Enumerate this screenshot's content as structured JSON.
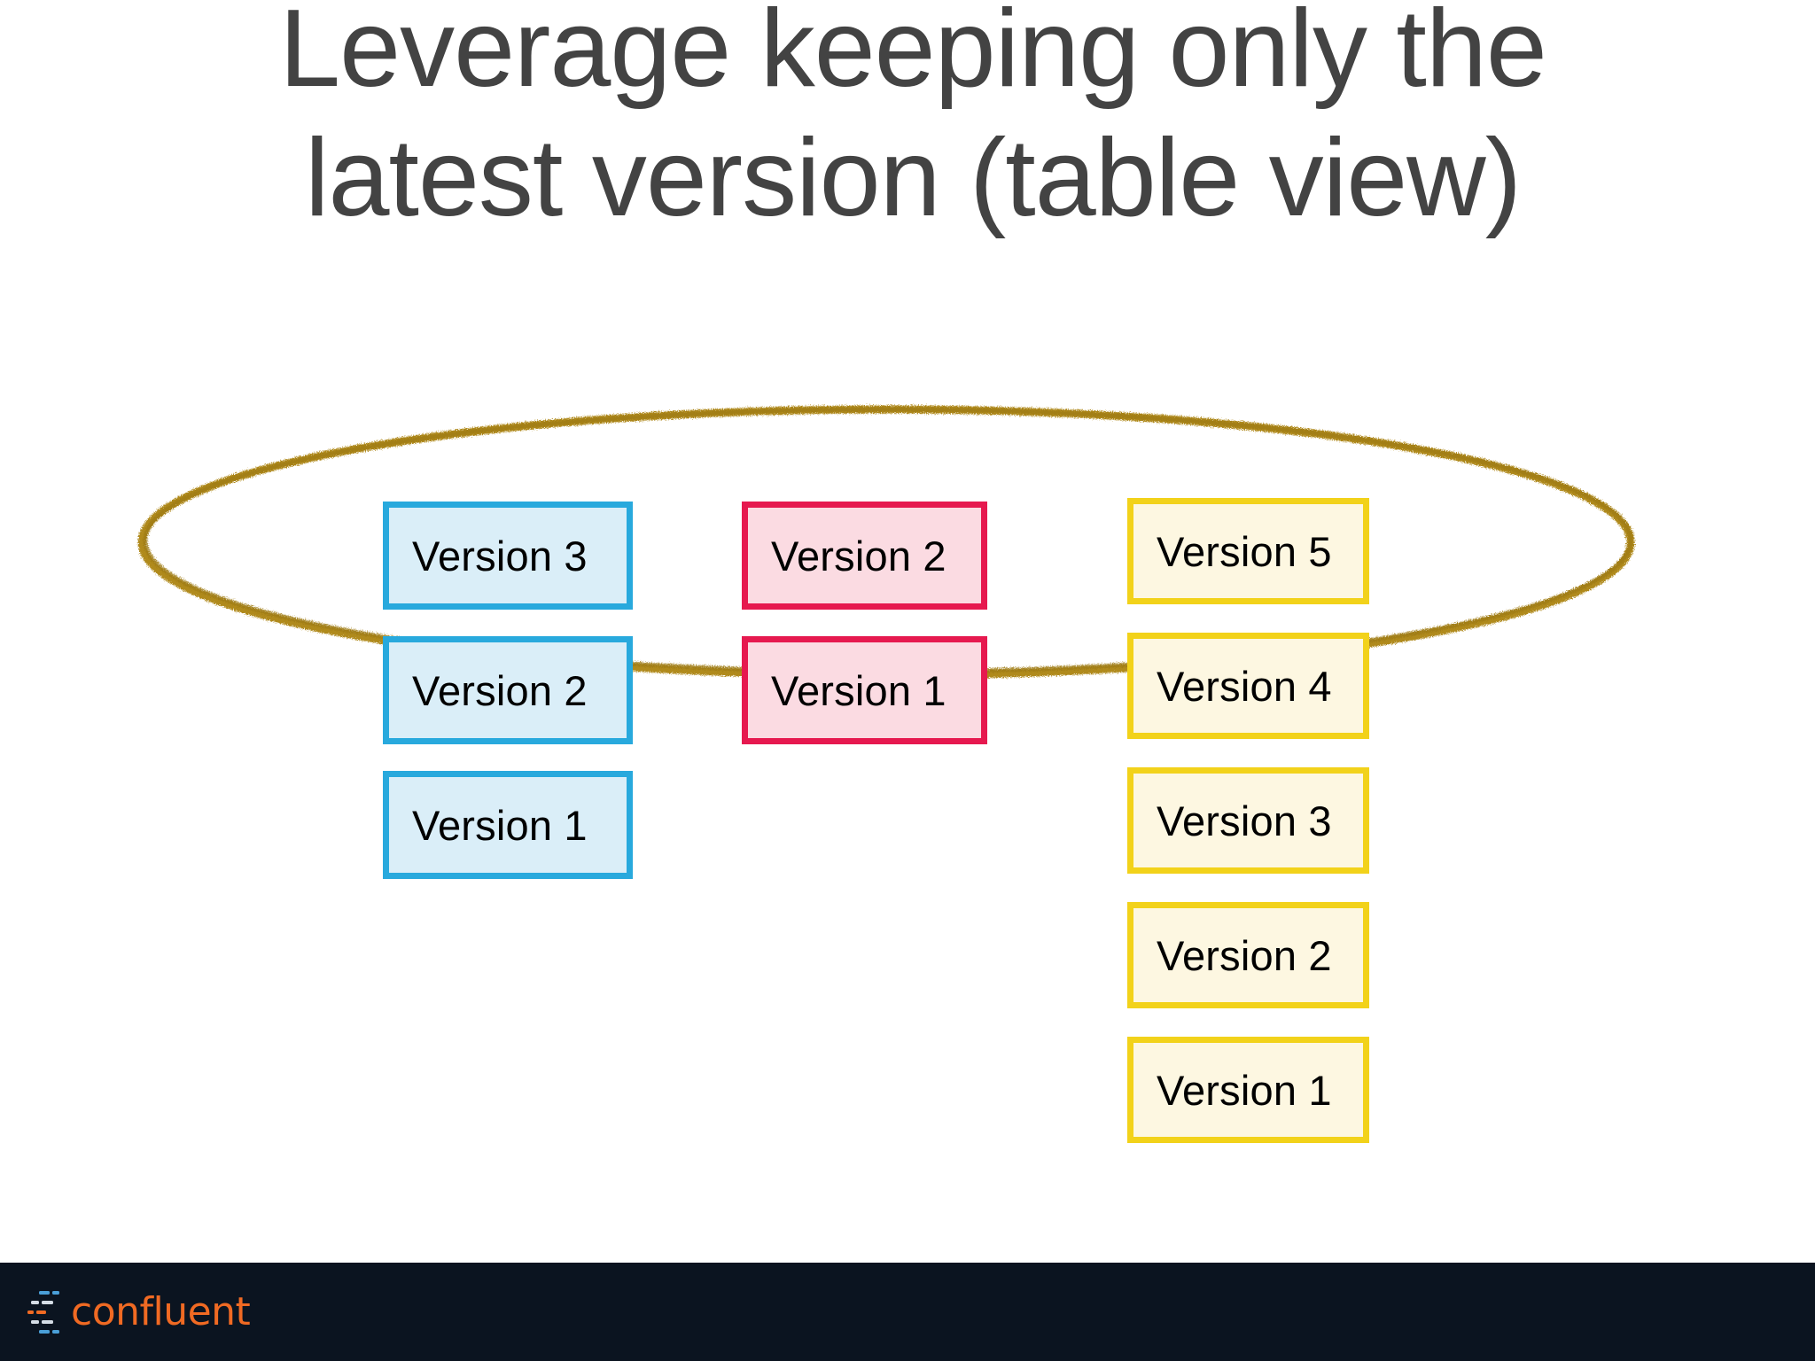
{
  "slide": {
    "background_color": "#ffffff",
    "title": "Leverage keeping only the latest version (table view)"
  },
  "annotation": {
    "shape": "ellipse",
    "name": "highlight-ellipse",
    "stroke_color": "#b08a1b",
    "description": "Hand-drawn gold ellipse circling the top row of each version column"
  },
  "diagram": {
    "columns": [
      {
        "name": "blue-column",
        "accent_color": "#28a9dd",
        "fill_color": "#daeef8",
        "boxes": [
          {
            "label": "Version 3"
          },
          {
            "label": "Version 2"
          },
          {
            "label": "Version 1"
          }
        ]
      },
      {
        "name": "pink-column",
        "accent_color": "#e6194f",
        "fill_color": "#fbdbe2",
        "boxes": [
          {
            "label": "Version 2"
          },
          {
            "label": "Version 1"
          }
        ]
      },
      {
        "name": "yellow-column",
        "accent_color": "#f2d21a",
        "fill_color": "#fdf7e1",
        "boxes": [
          {
            "label": "Version 5"
          },
          {
            "label": "Version 4"
          },
          {
            "label": "Version 3"
          },
          {
            "label": "Version 2"
          },
          {
            "label": "Version 1"
          }
        ]
      }
    ]
  },
  "footer": {
    "background_color": "#0b1420",
    "logo_text": "confluent",
    "logo_text_color": "#f06a23",
    "logo_mark_name": "confluent-dashes-logo-icon",
    "logo_mark_colors": {
      "blue": "#4a9fd8",
      "light": "#d5dde6",
      "orange": "#f06a23"
    }
  }
}
